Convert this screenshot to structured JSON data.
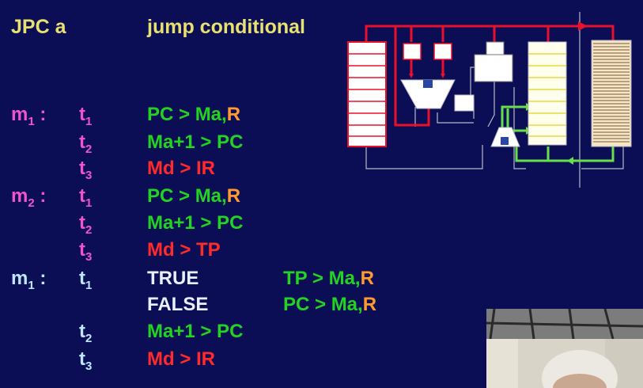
{
  "header": {
    "instruction": "JPC a",
    "description": "jump conditional"
  },
  "labels": {
    "m1": "m",
    "m1_sub": "1",
    "m2": "m",
    "m2_sub": "2",
    "m3_sub": "1",
    "colon": ":",
    "t": "t",
    "t1": "1",
    "t2": "2",
    "t3": "3"
  },
  "ops": {
    "pc_ma": "PC > Ma,",
    "r": "R",
    "ma1_pc": "Ma+1 > PC",
    "md_ir": "Md > IR",
    "md_tp": "Md > TP",
    "tp_ma": "TP > Ma,",
    "true_label": "TRUE",
    "false_label": "FALSE"
  },
  "diagram": {
    "name": "processor-datapath"
  },
  "webcam": {
    "name": "presenter-video"
  },
  "colors": {
    "background": "#0c0e55",
    "header": "#e8e070",
    "machine_cycle": "#ee55cc",
    "timing_highlight": "#bfe6ff",
    "green": "#22d322",
    "red": "#ff2a2a",
    "orange": "#ff9a30"
  }
}
